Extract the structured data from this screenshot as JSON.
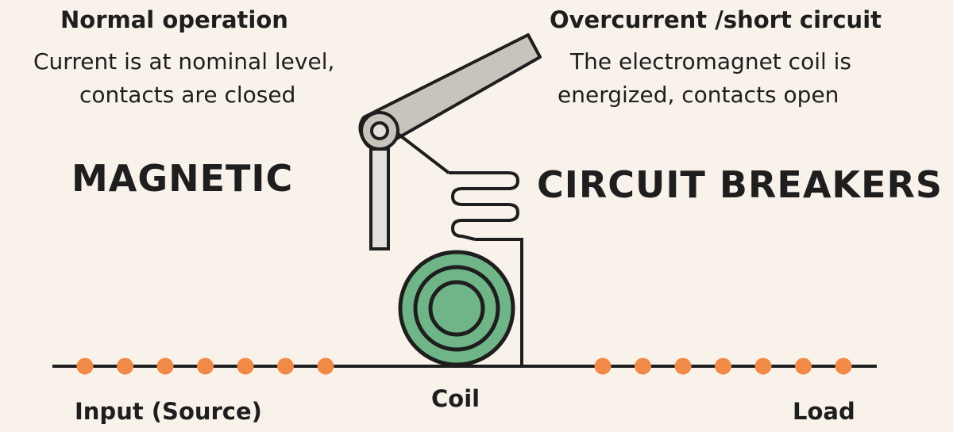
{
  "title": {
    "left": "MAGNETIC",
    "right": "CIRCUIT BREAKERS"
  },
  "states": {
    "normal": {
      "heading": "Normal operation",
      "line1": "Current is at nominal level,",
      "line2": "contacts are closed"
    },
    "fault": {
      "heading": "Overcurrent /short circuit",
      "line1": "The electromagnet coil is",
      "line2": "energized, contacts open"
    }
  },
  "labels": {
    "input": "Input (Source)",
    "coil": "Coil",
    "load": "Load"
  },
  "current_dots": {
    "input_side_count": 7,
    "load_side_count": 7
  },
  "colors": {
    "background": "#f8f2ea",
    "ink": "#1e1e1e",
    "current_dot": "#f08a46",
    "coil": "#6fb587",
    "lever": "#c8c4bc",
    "spring_fill": "#e4e0da"
  }
}
